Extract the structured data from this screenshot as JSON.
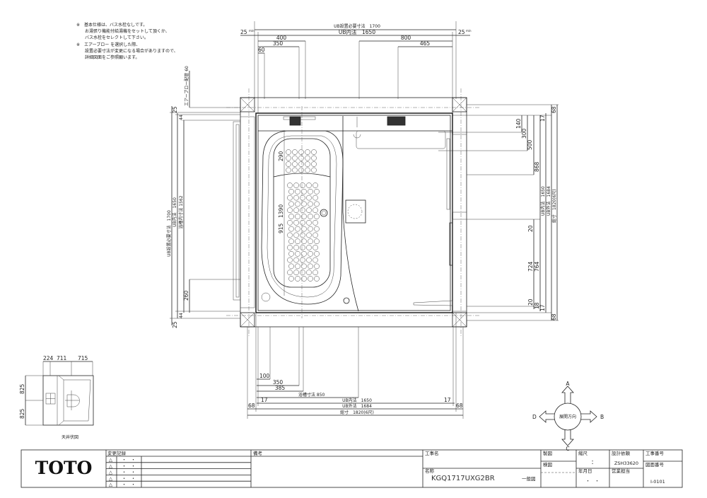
{
  "notes": [
    "※　基本仕様は、バス水栓なしです。",
    "　　お湯張り機能付給湯機をセットして頂くか、",
    "　　バス水栓をセレクトして下さい。",
    "※　エアーブロー を選択した際、",
    "　　設置必要寸法が変更になる場合がありますので、",
    "　　詳細図面をご参照願います。"
  ],
  "dims_top": {
    "ub_required": "UB設置必要寸法　1700",
    "min": "min",
    "clear_left": "25",
    "clear_right": "25",
    "ub_inner": "UB内法　1650",
    "d400": "400",
    "d350": "350",
    "d60": "60",
    "d800": "800",
    "d465": "465"
  },
  "dims_left": {
    "airblow": "エアーブロー配管 60",
    "min": "min",
    "top25": "25",
    "bottom25": "25",
    "ub_required": "UB設置必要寸法　1700",
    "ub_inner": "UB内法　1650",
    "tub_inner": "浴槽内寸法 1562",
    "d44a": "44",
    "d44b": "44",
    "d260": "260"
  },
  "dims_right": {
    "d68a": "68",
    "d17a": "17",
    "d140": "140",
    "d300": "300",
    "d500": "500",
    "d868": "868",
    "d20a": "20",
    "d724": "724",
    "d764": "764",
    "d20b": "20",
    "d18": "18",
    "d17b": "17",
    "d68b": "68",
    "ub_inner": "UB内法　1650",
    "ub_outer": "UB外法　1684",
    "total": "総寸　1820(6尺)"
  },
  "dims_tub": {
    "d290": "290",
    "d1390": "1390",
    "d915": "915"
  },
  "dims_bottom": {
    "d100": "100",
    "d350": "350",
    "d385": "385",
    "tub": "浴槽寸法 850",
    "d17a": "17",
    "d17b": "17",
    "ub_inner": "UB内法　1650",
    "d68a": "68",
    "d68b": "68",
    "ub_outer": "UB外法　1684",
    "total": "総寸　1820(6尺)"
  },
  "ceiling_plan": {
    "d224": "224",
    "d711": "711",
    "d715": "715",
    "d825a": "825",
    "d825b": "825",
    "label": "天井伏図"
  },
  "compass": {
    "a": "A",
    "b": "B",
    "c": "C",
    "d": "D",
    "label": "展開方向"
  },
  "title_block": {
    "logo": "TOTO",
    "revision_header": "変更記録",
    "revisions": [
      {
        "mark": "△",
        "date": "・　・"
      },
      {
        "mark": "△",
        "date": "・　・"
      },
      {
        "mark": "△",
        "date": "・　・"
      },
      {
        "mark": "△",
        "date": "・　・"
      },
      {
        "mark": "△",
        "date": "・　・"
      }
    ],
    "remarks_header": "備考",
    "project_name_label": "工事名",
    "name_label": "名称",
    "model": "KGQ1717UXG2BR",
    "drawing_type": "一般図",
    "drafted_label": "製図",
    "checked_label": "検図",
    "scale_label": "縮尺",
    "scale_value": ":",
    "date_label": "年月日",
    "date_value": "・　・",
    "design_request_label": "設計依頼",
    "design_request_value": "ZSH33620",
    "sales_label": "営業担当",
    "project_no_label": "工事番号",
    "drawing_no_label": "図面番号",
    "drawing_no_value": "I-0101"
  }
}
